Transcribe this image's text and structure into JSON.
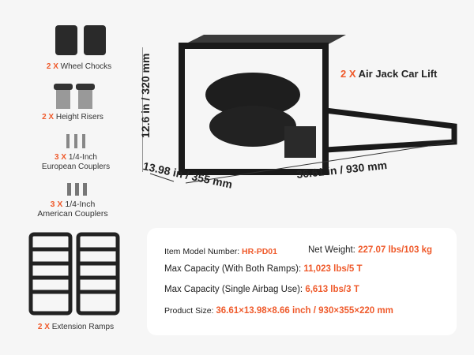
{
  "accessories": [
    {
      "qty": "2 X",
      "name": "Wheel Chocks"
    },
    {
      "qty": "2 X",
      "name": "Height Risers"
    },
    {
      "qty": "3 X",
      "name": "1/4-Inch",
      "name2": "European Couplers"
    },
    {
      "qty": "3 X",
      "name": "1/4-Inch",
      "name2": "American Couplers"
    },
    {
      "qty": "2 X",
      "name": "Extension Ramps"
    }
  ],
  "product": {
    "qty": "2 X",
    "name": "Air Jack Car Lift"
  },
  "dimensions": {
    "height": "12.6 in / 320 mm",
    "width": "13.98 in / 355 mm",
    "length": "36.61 in / 930 mm"
  },
  "specs": [
    {
      "label": "Item Model Number: ",
      "value": "HR-PD01"
    },
    {
      "label": "Net Weight: ",
      "value": "227.07 lbs/103 kg"
    },
    {
      "label": "Max Capacity (With Both Ramps): ",
      "value": "11,023 lbs/5 T"
    },
    {
      "label": "Max Capacity (Single Airbag Use): ",
      "value": "6,613 lbs/3 T"
    },
    {
      "label": "Product Size: ",
      "value": "36.61×13.98×8.66 inch / 930×355×220 mm"
    }
  ],
  "colors": {
    "accent": "#ef5a2b"
  }
}
